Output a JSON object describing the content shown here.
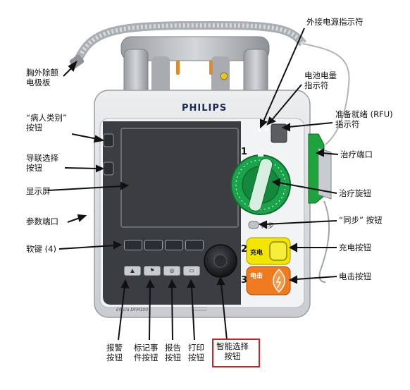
{
  "device": {
    "brand": "PHILIPS",
    "model": "Efficia DFM100",
    "sync_label": "同步",
    "charge_label": "充电",
    "shock_label": "电击",
    "steps": [
      "1",
      "2",
      "3"
    ],
    "colors": {
      "body": "#dfe1e3",
      "panel": "#3a3d41",
      "screen": "#3b3d40",
      "dial_green": "#1aa34a",
      "charge_yellow": "#f2e600",
      "shock_orange": "#f07a1f",
      "therapy_port_green": "#1fa33c",
      "highlight_box": "#d81c1c"
    }
  },
  "labels": {
    "paddles": [
      "胸外除颤",
      "电极板"
    ],
    "patient_category": [
      "“病人类别”",
      "按钮"
    ],
    "lead_select": [
      "导联选择",
      "按钮"
    ],
    "display": "显示屏",
    "param_port": "参数端口",
    "softkeys": "软键 (4)",
    "ext_power": "外接电源指示符",
    "battery": [
      "电池电量",
      "指示符"
    ],
    "rfu": [
      "准备就绪 (RFU)",
      "指示符"
    ],
    "therapy_port": "治疗端口",
    "therapy_dial": "治疗旋钮",
    "sync_button": "“同步” 按钮",
    "charge_button": "充电按钮",
    "shock_button": "电击按钮",
    "alarm": [
      "报警",
      "按钮"
    ],
    "event_mark": [
      "标记事",
      "件按钮"
    ],
    "report": [
      "报告",
      "按钮"
    ],
    "print": [
      "打印",
      "按钮"
    ],
    "smart_select": [
      "智能选择",
      "按钮"
    ]
  }
}
